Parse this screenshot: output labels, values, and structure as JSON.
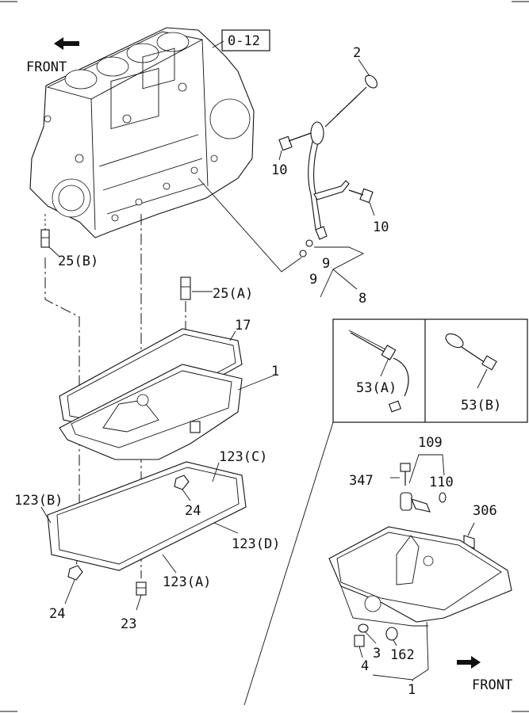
{
  "labels": {
    "front_top": "FRONT",
    "front_bottom": "FRONT",
    "ref_box": "0-12",
    "p2": "2",
    "p10a": "10",
    "p10b": "10",
    "p9a": "9",
    "p9b": "9",
    "p8": "8",
    "p25b": "25(B)",
    "p25a": "25(A)",
    "p17": "17",
    "p1a": "1",
    "p53a": "53(A)",
    "p53b": "53(B)",
    "p109": "109",
    "p347": "347",
    "p110": "110",
    "p306": "306",
    "p123c": "123(C)",
    "p123b": "123(B)",
    "p24a": "24",
    "p123d": "123(D)",
    "p123a": "123(A)",
    "p24b": "24",
    "p23": "23",
    "p3": "3",
    "p162": "162",
    "p4": "4",
    "p1b": "1"
  }
}
